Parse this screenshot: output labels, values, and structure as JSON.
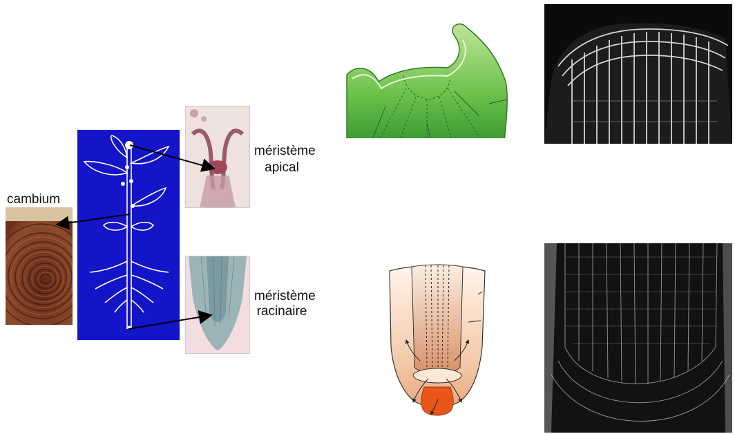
{
  "labels": {
    "cambium": "cambium",
    "apical_line1": "méristème",
    "apical_line2": "apical",
    "root_line1": "méristème",
    "root_line2": "racinaire"
  },
  "colors": {
    "plant_panel_bg": "#1414c8",
    "shoot_green": "#3fae3a",
    "root_cap_orange": "#e8561a",
    "wood_brown": "#7a3a22",
    "micrograph_dark": "#0b0b0b"
  },
  "icons": {
    "arrow": "black-arrow"
  }
}
